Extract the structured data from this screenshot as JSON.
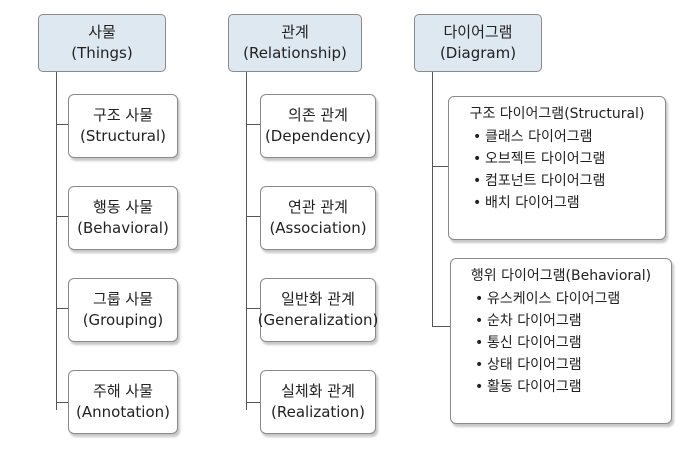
{
  "things": {
    "title": "사물",
    "subtitle": "(Things)",
    "items": [
      {
        "title": "구조 사물",
        "subtitle": "(Structural)"
      },
      {
        "title": "행동 사물",
        "subtitle": "(Behavioral)"
      },
      {
        "title": "그룹 사물",
        "subtitle": "(Grouping)"
      },
      {
        "title": "주해 사물",
        "subtitle": "(Annotation)"
      }
    ]
  },
  "relationship": {
    "title": "관계",
    "subtitle": "(Relationship)",
    "items": [
      {
        "title": "의존 관계",
        "subtitle": "(Dependency)"
      },
      {
        "title": "연관 관계",
        "subtitle": "(Association)"
      },
      {
        "title": "일반화 관계",
        "subtitle": "(Generalization)"
      },
      {
        "title": "실체화 관계",
        "subtitle": "(Realization)"
      }
    ]
  },
  "diagram": {
    "title": "다이어그램",
    "subtitle": "(Diagram)",
    "structural": {
      "title": "구조 다이어그램(Structural)",
      "items": [
        "클래스 다이어그램",
        "오브젝트 다이어그램",
        "컴포넌트 다이어그램",
        "배치 다이어그램"
      ]
    },
    "behavioral": {
      "title": "행위 다이어그램(Behavioral)",
      "items": [
        "유스케이스 다이어그램",
        "순차 다이어그램",
        "통신 다이어그램",
        "상태 다이어그램",
        "활동 다이어그램"
      ]
    }
  },
  "bullet": "•"
}
